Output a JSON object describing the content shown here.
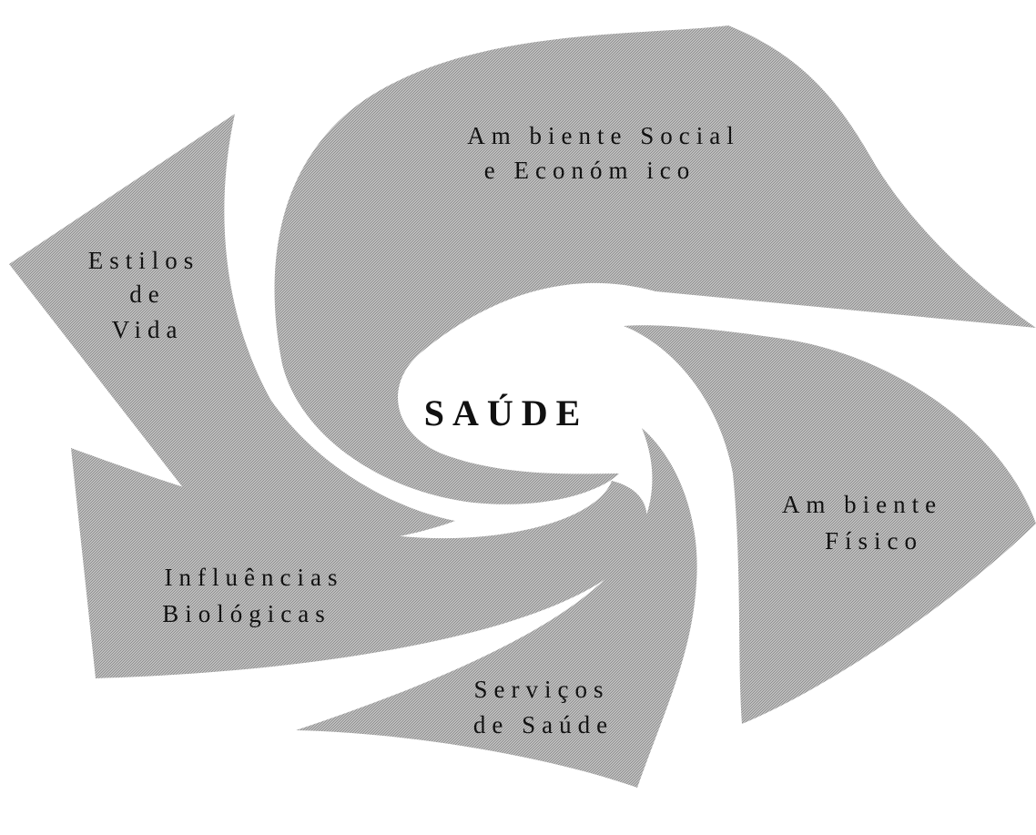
{
  "diagram": {
    "center_label": "SAÚDE",
    "segments": [
      {
        "id": "social",
        "lines": [
          "Am biente Social",
          "e Económ ico"
        ]
      },
      {
        "id": "estilos",
        "lines": [
          "Estilos",
          "de",
          "Vida"
        ]
      },
      {
        "id": "biologicas",
        "lines": [
          "Influências",
          "Biológicas"
        ]
      },
      {
        "id": "servicos",
        "lines": [
          "Serviços",
          "de Saúde"
        ]
      },
      {
        "id": "fisico",
        "lines": [
          "Am biente",
          "Físico"
        ]
      }
    ]
  },
  "colors": {
    "petal_fill": "#bdbdbd",
    "dot_dark": "#8e8e8e",
    "spiral_line": "#ffffff",
    "text": "#111111",
    "background": "#ffffff"
  }
}
